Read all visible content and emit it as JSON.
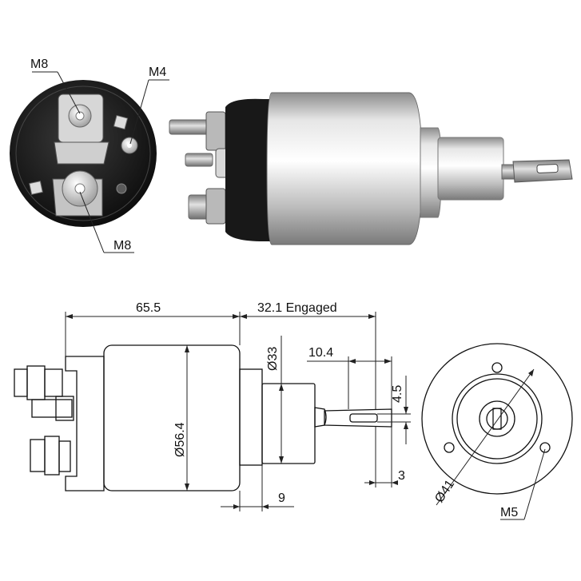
{
  "photo_labels": {
    "m8_top": "M8",
    "m4": "M4",
    "m8_bottom": "M8"
  },
  "dimensions": {
    "overall_length": "65.5",
    "engaged_stroke": "32.1 Engaged",
    "plunger_diameter": "Ø33",
    "body_diameter": "Ø56.4",
    "eye_offset": "10.4",
    "eye_width": "4.5",
    "eye_thickness": "3",
    "flange_length": "9",
    "bolt_circle": "Ø41",
    "mount_thread": "M5"
  },
  "colors": {
    "body_dark": "#1c1c1c",
    "metal": "#c9c9c9",
    "line": "#111111"
  }
}
